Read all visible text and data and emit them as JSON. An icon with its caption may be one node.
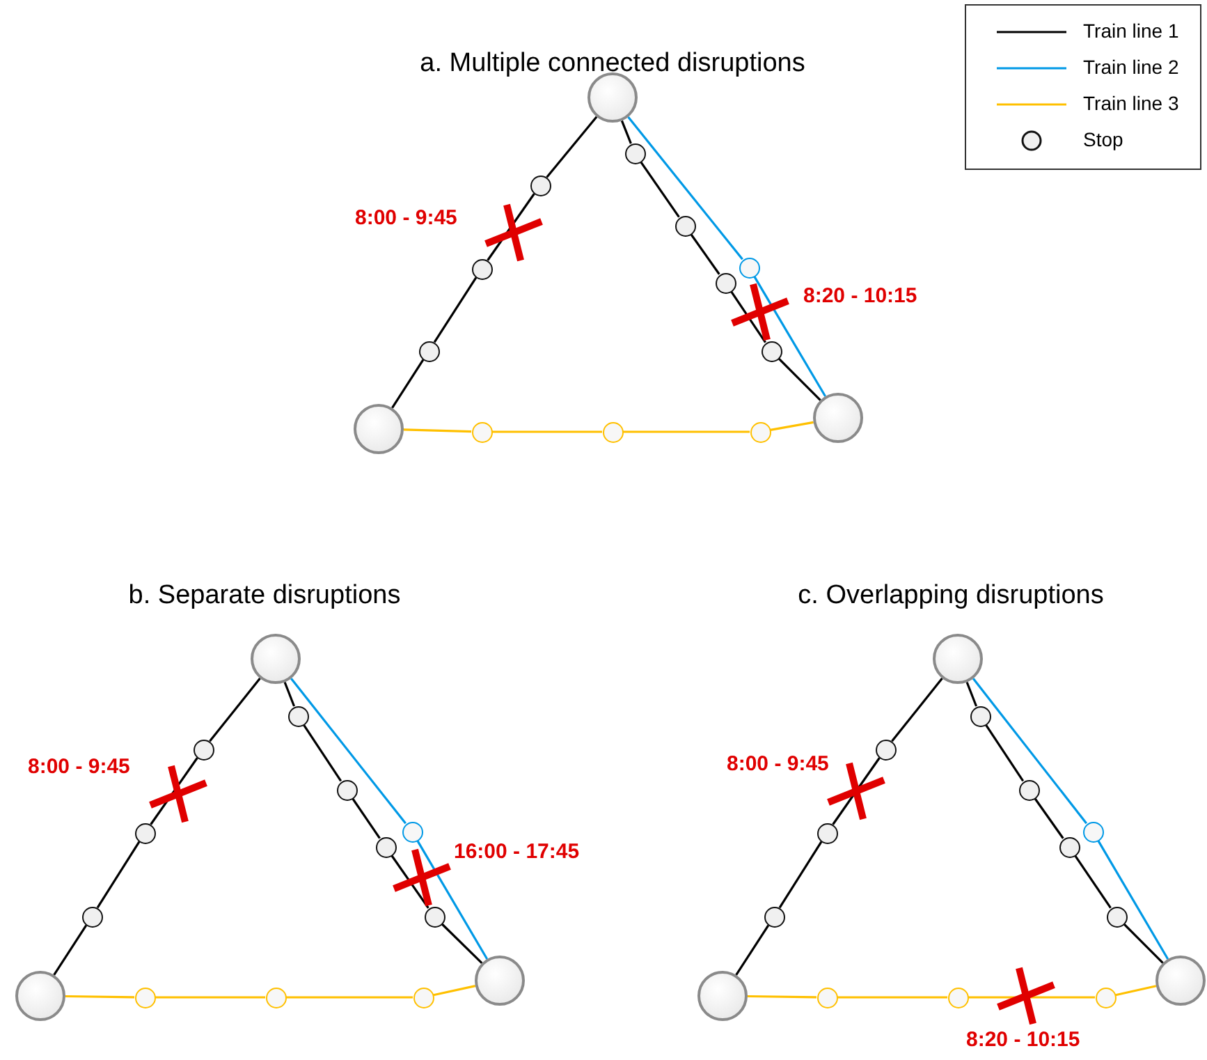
{
  "diagram": {
    "nodes": [
      {
        "text": [],
        "shape": "circle"
      },
      {
        "text": [],
        "shape": "circle"
      },
      {
        "text": [],
        "shape": "circle"
      },
      {
        "text": [],
        "shape": "circle"
      },
      {
        "text": [],
        "shape": "circle"
      },
      {
        "text": [],
        "shape": "circle"
      },
      {
        "text": [],
        "shape": "circle"
      },
      {
        "text": [],
        "shape": "circle"
      },
      {
        "text": [],
        "shape": "circle"
      },
      {
        "text": [],
        "shape": "circle"
      },
      {
        "text": [],
        "shape": "circle"
      },
      {
        "text": [],
        "shape": "circle"
      },
      {
        "text": [],
        "shape": "circle"
      },
      {
        "text": [],
        "shape": "circle"
      },
      {
        "text": [],
        "shape": "circle"
      },
      {
        "text": [],
        "shape": "circle"
      },
      {
        "text": [],
        "shape": "circle"
      },
      {
        "text": [],
        "shape": "circle"
      },
      {
        "text": [],
        "shape": "circle"
      },
      {
        "text": [],
        "shape": "circle"
      },
      {
        "text": [],
        "shape": "circle"
      },
      {
        "text": [],
        "shape": "circle"
      },
      {
        "text": [],
        "shape": "circle"
      },
      {
        "text": [],
        "shape": "circle"
      },
      {
        "text": [],
        "shape": "circle"
      },
      {
        "text": [],
        "shape": "circle"
      },
      {
        "text": [],
        "shape": "circle"
      },
      {
        "text": [],
        "shape": "circle"
      },
      {
        "text": [],
        "shape": "circle"
      },
      {
        "text": [],
        "shape": "circle"
      },
      {
        "text": [],
        "shape": "circle"
      },
      {
        "text": [],
        "shape": "circle"
      },
      {
        "text": [],
        "shape": "circle"
      },
      {
        "text": [],
        "shape": "circle"
      },
      {
        "text": [],
        "shape": "circle"
      },
      {
        "text": [],
        "shape": "circle"
      },
      {
        "text": [],
        "shape": "circle"
      },
      {
        "text": [],
        "shape": "circle"
      },
      {
        "text": [],
        "shape": "circle"
      },
      {
        "text": [],
        "shape": "circle"
      },
      {
        "text": [],
        "shape": "circle"
      },
      {
        "text": [],
        "shape": "circle"
      }
    ],
    "edges": [
      {
        "from": 0,
        "to": 1,
        "arrow": "none"
      },
      {
        "from": 1,
        "to": 2,
        "arrow": "none"
      },
      {
        "from": 2,
        "to": 3,
        "arrow": "none"
      },
      {
        "from": 3,
        "to": 9,
        "arrow": "none"
      },
      {
        "from": 0,
        "to": 4,
        "arrow": "none"
      },
      {
        "from": 4,
        "to": 5,
        "arrow": "none"
      },
      {
        "from": 5,
        "to": 6,
        "arrow": "none"
      },
      {
        "from": 6,
        "to": 7,
        "arrow": "none"
      },
      {
        "from": 7,
        "to": 13,
        "arrow": "none"
      },
      {
        "from": 0,
        "to": 8,
        "arrow": "none",
        "color": "#0099e6"
      },
      {
        "from": 8,
        "to": 13,
        "arrow": "none",
        "color": "#0099e6"
      },
      {
        "from": 9,
        "to": 10,
        "arrow": "none",
        "color": "#ffc000"
      },
      {
        "from": 10,
        "to": 11,
        "arrow": "none",
        "color": "#ffc000"
      },
      {
        "from": 11,
        "to": 12,
        "arrow": "none",
        "color": "#ffc000"
      },
      {
        "from": 12,
        "to": 13,
        "arrow": "none",
        "color": "#ffc000"
      },
      {
        "from": 14,
        "to": 15,
        "arrow": "none"
      },
      {
        "from": 15,
        "to": 16,
        "arrow": "none"
      },
      {
        "from": 16,
        "to": 17,
        "arrow": "none"
      },
      {
        "from": 17,
        "to": 23,
        "arrow": "none"
      },
      {
        "from": 14,
        "to": 18,
        "arrow": "none"
      },
      {
        "from": 18,
        "to": 19,
        "arrow": "none"
      },
      {
        "from": 19,
        "to": 20,
        "arrow": "none"
      },
      {
        "from": 20,
        "to": 21,
        "arrow": "none"
      },
      {
        "from": 21,
        "to": 27,
        "arrow": "none"
      },
      {
        "from": 14,
        "to": 22,
        "arrow": "none",
        "color": "#0099e6"
      },
      {
        "from": 22,
        "to": 27,
        "arrow": "none",
        "color": "#0099e6"
      },
      {
        "from": 23,
        "to": 24,
        "arrow": "none",
        "color": "#ffc000"
      },
      {
        "from": 24,
        "to": 25,
        "arrow": "none",
        "color": "#ffc000"
      },
      {
        "from": 25,
        "to": 26,
        "arrow": "none",
        "color": "#ffc000"
      },
      {
        "from": 26,
        "to": 27,
        "arrow": "none",
        "color": "#ffc000"
      },
      {
        "from": 28,
        "to": 29,
        "arrow": "none"
      },
      {
        "from": 29,
        "to": 30,
        "arrow": "none"
      },
      {
        "from": 30,
        "to": 31,
        "arrow": "none"
      },
      {
        "from": 31,
        "to": 37,
        "arrow": "none"
      },
      {
        "from": 28,
        "to": 32,
        "arrow": "none"
      },
      {
        "from": 32,
        "to": 33,
        "arrow": "none"
      },
      {
        "from": 33,
        "to": 34,
        "arrow": "none"
      },
      {
        "from": 34,
        "to": 35,
        "arrow": "none"
      },
      {
        "from": 35,
        "to": 41,
        "arrow": "none"
      },
      {
        "from": 28,
        "to": 36,
        "arrow": "none",
        "color": "#0099e6"
      },
      {
        "from": 36,
        "to": 41,
        "arrow": "none",
        "color": "#0099e6"
      },
      {
        "from": 37,
        "to": 38,
        "arrow": "none",
        "color": "#ffc000"
      },
      {
        "from": 38,
        "to": 39,
        "arrow": "none",
        "color": "#ffc000"
      },
      {
        "from": 39,
        "to": 40,
        "arrow": "none",
        "color": "#ffc000"
      },
      {
        "from": 40,
        "to": 41,
        "arrow": "none",
        "color": "#ffc000"
      }
    ],
    "labels": [
      "a. Multiple connected disruptions",
      "8:00 - 9:45",
      "8:20 - 10:15",
      "b. Separate disruptions",
      "8:00 - 9:45",
      "16:00 - 17:45",
      "c. Overlapping disruptions",
      "8:00 - 9:45",
      "8:20 - 10:15"
    ],
    "legend": [
      {
        "text": "Train line 1"
      },
      {
        "text": "Train line 2"
      },
      {
        "text": "Train line 3"
      },
      {
        "text": "Stop"
      }
    ]
  }
}
